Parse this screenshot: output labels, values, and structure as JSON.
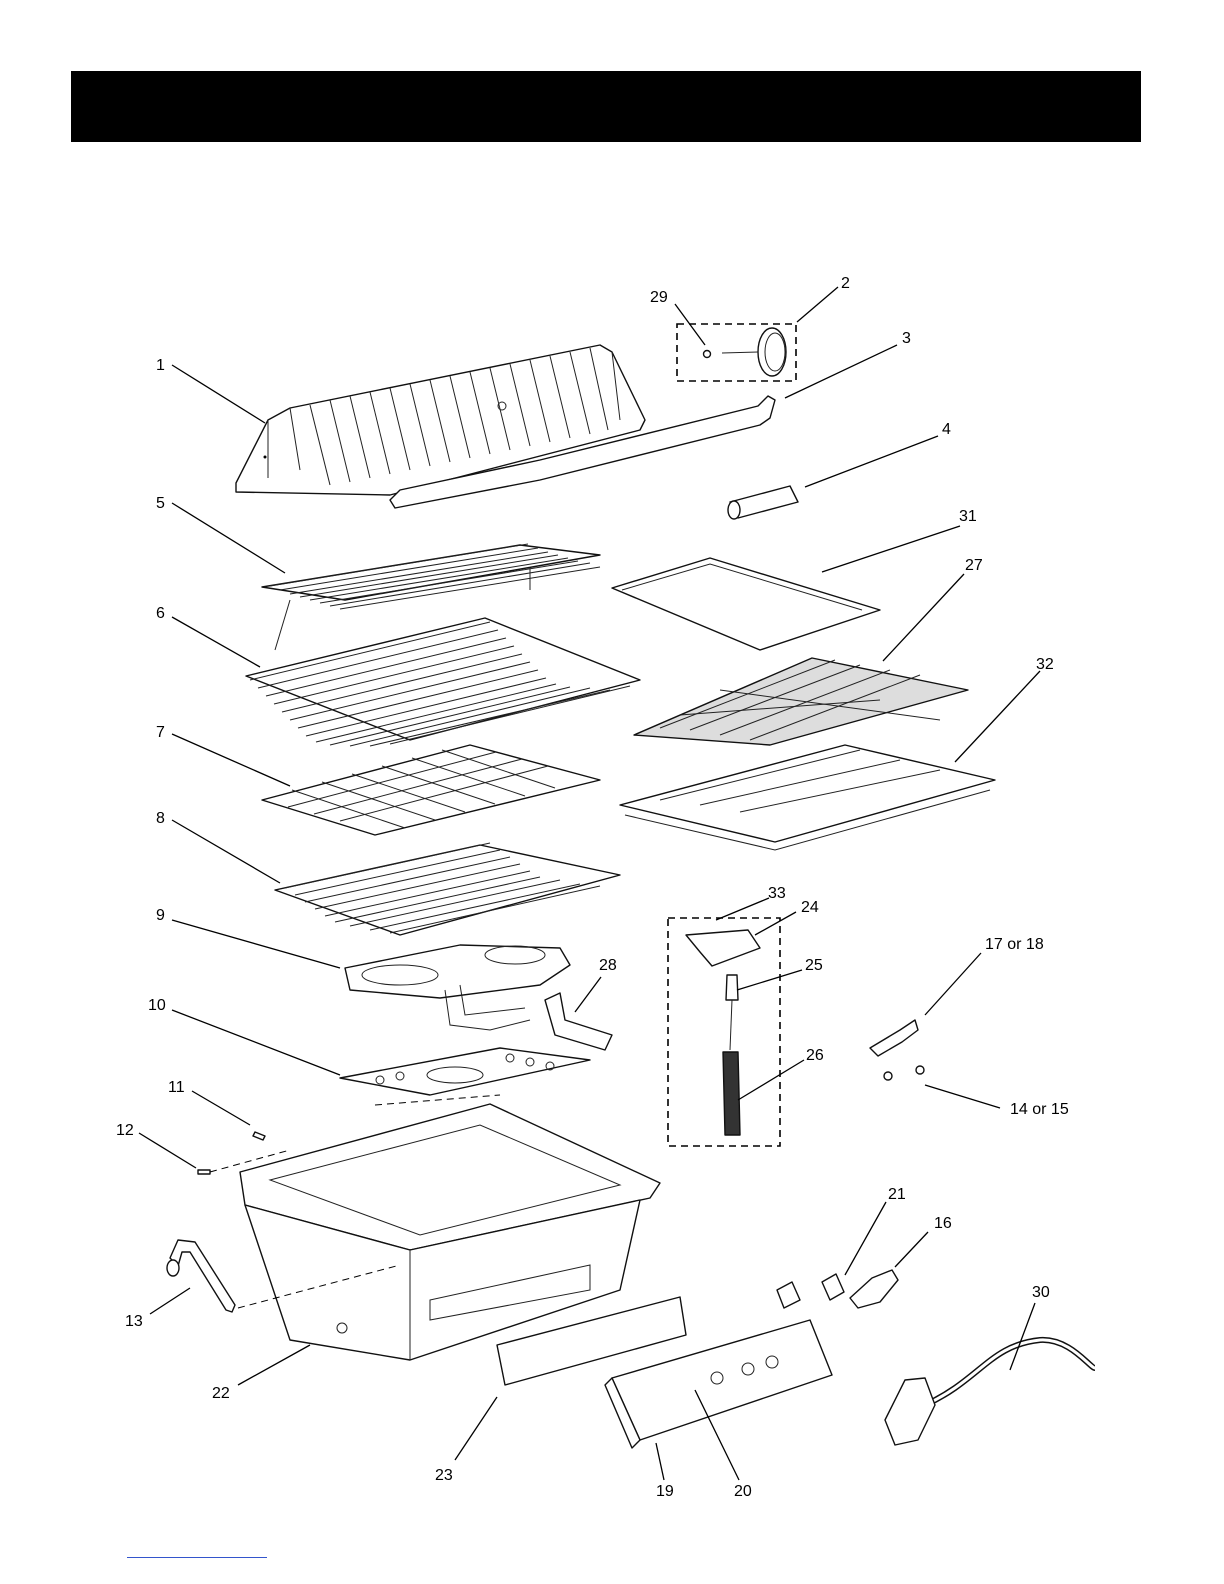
{
  "diagram": {
    "labels": {
      "p1": "1",
      "p2": "2",
      "p3": "3",
      "p4": "4",
      "p5": "5",
      "p6": "6",
      "p7": "7",
      "p8": "8",
      "p9": "9",
      "p10": "10",
      "p11": "11",
      "p12": "12",
      "p13": "13",
      "p14": "14 or 15",
      "p16": "16",
      "p17": "17 or 18",
      "p19": "19",
      "p20": "20",
      "p21": "21",
      "p22": "22",
      "p23": "23",
      "p24": "24",
      "p25": "25",
      "p26": "26",
      "p27": "27",
      "p28": "28",
      "p29": "29",
      "p30": "30",
      "p31": "31",
      "p32": "32",
      "p33": "33"
    }
  }
}
